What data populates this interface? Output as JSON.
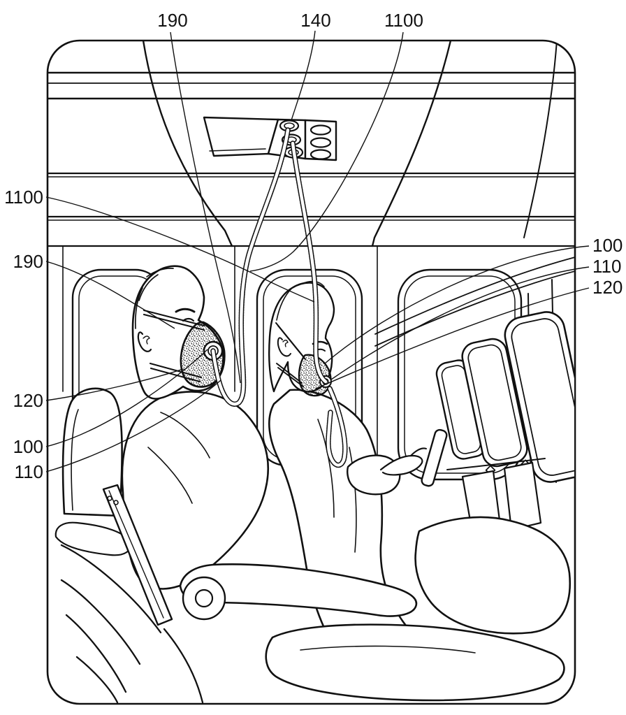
{
  "figure": {
    "kind": "patent-line-drawing",
    "subject": "Aircraft cabin interior with two seated passengers wearing deployed overhead oxygen masks connected by coiled tubes to a ceiling passenger service unit",
    "line_color": "#111111",
    "background_color": "#ffffff"
  },
  "reference_labels": {
    "top": [
      {
        "text": "190",
        "points_to": "mask lanyard / tube run"
      },
      {
        "text": "140",
        "points_to": "overhead deployment port"
      },
      {
        "text": "1100",
        "points_to": "oxygen supply tube"
      }
    ],
    "left": [
      {
        "text": "1100",
        "points_to": "oxygen supply tube"
      },
      {
        "text": "190",
        "points_to": "mask head strap"
      },
      {
        "text": "120",
        "points_to": "mask cup"
      },
      {
        "text": "100",
        "points_to": "mask assembly / valve port"
      },
      {
        "text": "110",
        "points_to": "tube connection"
      }
    ],
    "right": [
      {
        "text": "100",
        "points_to": "mask assembly"
      },
      {
        "text": "110",
        "points_to": "valve port / tube connection"
      },
      {
        "text": "120",
        "points_to": "mask cup"
      }
    ]
  }
}
